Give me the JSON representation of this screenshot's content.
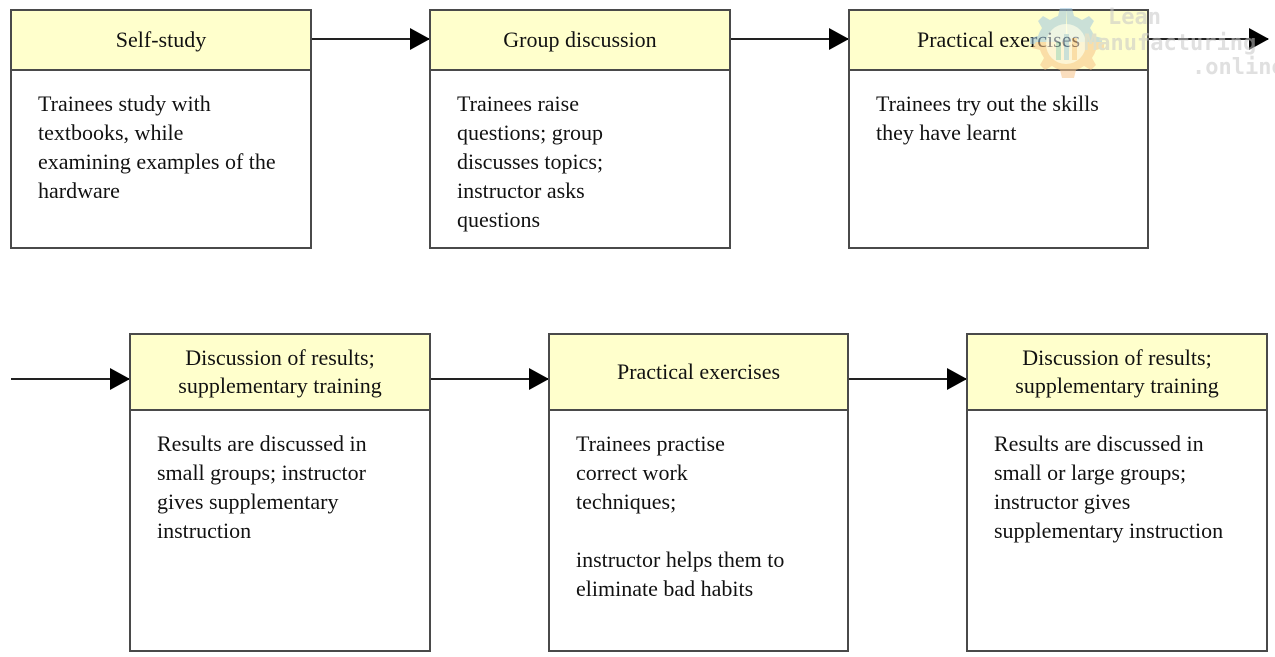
{
  "diagram": {
    "type": "training-process-flow",
    "header_fill_color": "#ffffcc",
    "border_color": "#4a4a4a",
    "steps": [
      {
        "title": "Self-study",
        "description": [
          "Trainees study with textbooks, while examining examples of the hardware"
        ]
      },
      {
        "title": "Group discussion",
        "description": [
          "Trainees raise questions; group discusses topics; instructor asks questions"
        ]
      },
      {
        "title": "Practical exercises",
        "description": [
          "Trainees try out the skills they have learnt"
        ]
      },
      {
        "title": "Discussion of results; supplementary training",
        "description": [
          "Results are discussed in small groups; instructor gives supplementary instruction"
        ]
      },
      {
        "title": "Practical exercises",
        "description": [
          "Trainees practise correct work techniques;",
          "instructor helps them to eliminate bad habits"
        ]
      },
      {
        "title": "Discussion of results; supplementary training",
        "description": [
          "Results are discussed in small or large groups; instructor gives supplementary instruction"
        ]
      }
    ],
    "connections": [
      {
        "from": 0,
        "to": 1
      },
      {
        "from": 1,
        "to": 2
      },
      {
        "from": 2,
        "to": 3
      },
      {
        "from": 3,
        "to": 4
      },
      {
        "from": 4,
        "to": 5
      }
    ]
  },
  "watermark": {
    "icon": "gear-chart-logo-icon",
    "line1": "Lean",
    "line2": "Manufacturing",
    "line3": ".online"
  }
}
